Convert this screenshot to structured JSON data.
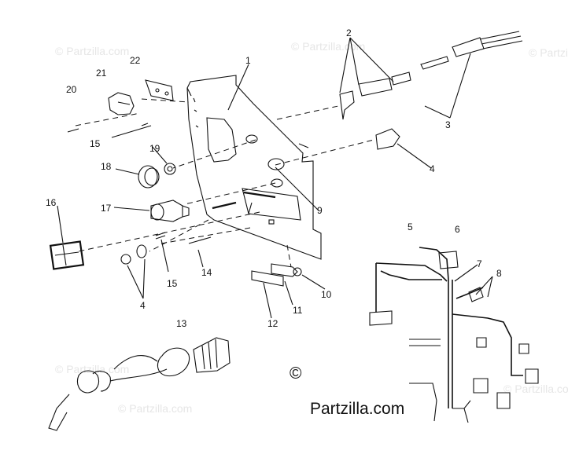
{
  "watermark": "© Partzilla.com",
  "copyright": {
    "symbol": "©",
    "brand": "Partzilla.com"
  },
  "callouts": {
    "c1": "1",
    "c2": "2",
    "c3": "3",
    "c4a": "4",
    "c4b": "4",
    "c5": "5",
    "c6": "6",
    "c7": "7",
    "c8": "8",
    "c9": "9",
    "c10": "10",
    "c11": "11",
    "c12": "12",
    "c13": "13",
    "c14": "14",
    "c15a": "15",
    "c15b": "15",
    "c16": "16",
    "c17": "17",
    "c18": "18",
    "c19": "19",
    "c20": "20",
    "c21": "21",
    "c22": "22"
  },
  "colors": {
    "line": "#111111",
    "watermark": "#e6e6e6",
    "background": "#ffffff"
  }
}
